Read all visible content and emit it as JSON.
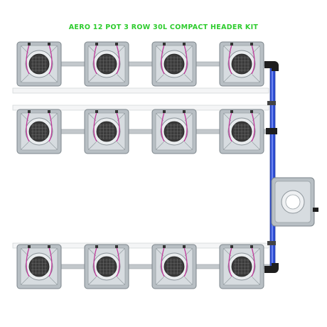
{
  "title": "AERO 12 POT 3 ROW 30L COMPACT HEADER KIT",
  "colors": {
    "title": "#2ecc2e",
    "pot_body": "#b8bfc4",
    "pot_edge": "#7d868c",
    "pot_lid": "#d7dce0",
    "mesh_basket": "#3a3a3a",
    "drip_line": "#c0399b",
    "pipe_grey": "#c3c8cc",
    "pipe_blue": "#2f4fd6",
    "elbow": "#1e1e1e"
  },
  "components": {
    "rows": [
      {
        "id": "row-1",
        "pots": 4
      },
      {
        "id": "row-2",
        "pots": 4
      },
      {
        "id": "row-3",
        "pots": 4
      }
    ],
    "reservoir": {
      "id": "reservoir-tank",
      "icon": "reservoir-tank-icon"
    },
    "manifold": {
      "id": "header-manifold"
    }
  }
}
